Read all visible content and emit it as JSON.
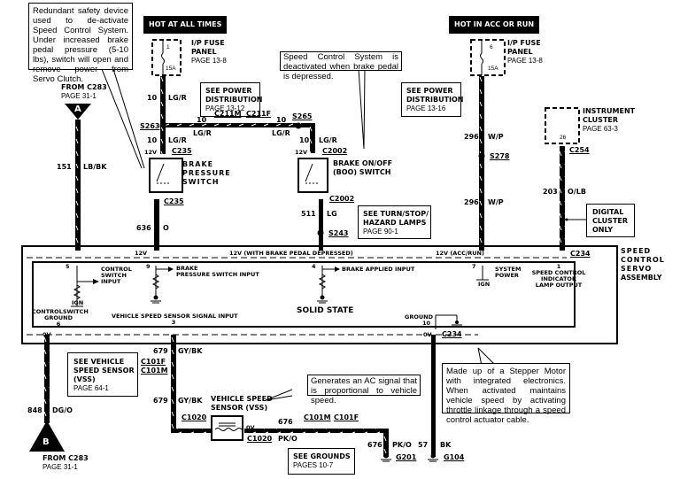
{
  "notes": {
    "redundant": "Redundant safety device used to de-activate Speed Control System. Under increased brake pedal pressure (5-10 lbs), switch will open and remove power from Servo Clutch.",
    "deactivated": "Speed Control System is deactivated when brake pedal is depressed.",
    "ac_signal": "Generates an AC signal that is proportional to vehicle speed.",
    "stepper": "Made up of a Stepper Motor with integrated electronics. When activated maintains vehicle speed by activating throttle linkage through a speed control actuator cable."
  },
  "power": {
    "hot_all_times": "HOT AT ALL TIMES",
    "hot_acc_run": "HOT IN ACC OR RUN"
  },
  "fuses": [
    {
      "num": "1",
      "rating": "15A",
      "title1": "I/P FUSE",
      "title2": "PANEL",
      "page": "PAGE 13-8"
    },
    {
      "num": "6",
      "rating": "15A",
      "title1": "I/P FUSE",
      "title2": "PANEL",
      "page": "PAGE 13-8"
    }
  ],
  "refs": {
    "power_dist_1": {
      "l1": "SEE POWER",
      "l2": "DISTRIBUTION",
      "page": "PAGE 13-12"
    },
    "power_dist_2": {
      "l1": "SEE POWER",
      "l2": "DISTRIBUTION",
      "page": "PAGE 13-16"
    },
    "turn_stop": {
      "l1": "SEE TURN/STOP/",
      "l2": "HAZARD LAMPS",
      "page": "PAGE 90-1"
    },
    "vss": {
      "l1": "SEE VEHICLE",
      "l2": "SPEED SENSOR",
      "l3": "(VSS)",
      "page": "PAGE 64-1"
    },
    "grounds": {
      "l1": "SEE GROUNDS",
      "page": "PAGES 10-7"
    },
    "digital": {
      "l1": "DIGITAL",
      "l2": "CLUSTER",
      "l3": "ONLY"
    }
  },
  "instrument_cluster": {
    "title1": "INSTRUMENT",
    "title2": "CLUSTER",
    "page": "PAGE 63-3",
    "pin": "26"
  },
  "offpage": {
    "A": {
      "letter": "A",
      "from": "FROM C283",
      "page": "PAGE 31-1"
    },
    "B": {
      "letter": "B",
      "from": "FROM C283",
      "page": "PAGE 31-1"
    }
  },
  "wires": {
    "w151": {
      "circuit": "151",
      "color": "LB/BK"
    },
    "w10a": {
      "circuit": "10",
      "color": "LG/R"
    },
    "w10b": {
      "circuit": "10",
      "color": "LG/R"
    },
    "w10c": {
      "circuit": "10",
      "color": "LG/R"
    },
    "w10d": {
      "circuit": "10",
      "color": "LG/R"
    },
    "w636": {
      "circuit": "636",
      "color": "O"
    },
    "w511": {
      "circuit": "511",
      "color": "LG"
    },
    "w296a": {
      "circuit": "296",
      "color": "W/P"
    },
    "w296b": {
      "circuit": "296",
      "color": "W/P"
    },
    "w203": {
      "circuit": "203",
      "color": "O/LB"
    },
    "w679a": {
      "circuit": "679",
      "color": "GY/BK"
    },
    "w679b": {
      "circuit": "679",
      "color": "GY/BK"
    },
    "w848": {
      "circuit": "848",
      "color": "DG/O"
    },
    "w676a": {
      "circuit": "676",
      "color": "PK/O"
    },
    "w676b": {
      "circuit": "676",
      "color": "PK/O"
    },
    "w57": {
      "circuit": "57",
      "color": "BK"
    }
  },
  "splices": {
    "s263": "S263",
    "s265": "S265",
    "s278": "S278",
    "s243": "S243"
  },
  "connectors": {
    "c211m": "C211M",
    "c211f": "C211F",
    "c235a": "C235",
    "c235b": "C235",
    "c2002a": "C2002",
    "c2002b": "C2002",
    "c254": "C254",
    "c234a": "C234",
    "c234b": "C234",
    "c101f": "C101F",
    "c101m": "C101M",
    "c101m2": "C101M",
    "c101f2": "C101F",
    "c1020a": "C1020",
    "c1020b": "C1020"
  },
  "grounds": {
    "g201": "G201",
    "g104": "G104"
  },
  "switches": {
    "bps": {
      "l1": "BRAKE",
      "l2": "PRESSURE",
      "l3": "SWITCH"
    },
    "boo": {
      "l1": "BRAKE ON/OFF",
      "l2": "(BOO) SWITCH"
    }
  },
  "vss_sensor": {
    "l1": "VEHICLE SPEED",
    "l2": "SENSOR (VSS)"
  },
  "volt": {
    "v12a": "12V",
    "v12b": "12V",
    "v12c": "12V",
    "v12_brake": "12V (WITH BRAKE PEDAL DEPRESSED)",
    "v12_acc": "12V (ACC/RUN)",
    "v0a": "0V",
    "v0b": "0V",
    "v0c": "0V"
  },
  "module": {
    "title": [
      "SPEED",
      "CONTROL",
      "SERVO",
      "ASSEMBLY"
    ],
    "solid_state": "SOLID STATE",
    "pin5": "5",
    "ctl_input": [
      "CONTROL",
      "SWITCH",
      "INPUT"
    ],
    "ign1": "IGN",
    "pin9": "9",
    "bps_input": [
      "BRAKE",
      "PRESSURE SWITCH INPUT"
    ],
    "pin4": "4",
    "brake_applied": "BRAKE APPLIED INPUT",
    "pin7": "7",
    "sys_power": [
      "SYSTEM",
      "POWER"
    ],
    "ign2": "IGN",
    "pin1": "1",
    "lamp_out": [
      "SPEED CONTROL",
      "INDICATOR",
      "LAMP OUTPUT"
    ],
    "ctl_ground": [
      "CONTROLSWITCH",
      "GROUND"
    ],
    "pin6": "6",
    "vss_input": "VEHICLE SPEED SENSOR SIGNAL INPUT",
    "pin3": "3",
    "ground": "GROUND",
    "pin10": "10"
  }
}
